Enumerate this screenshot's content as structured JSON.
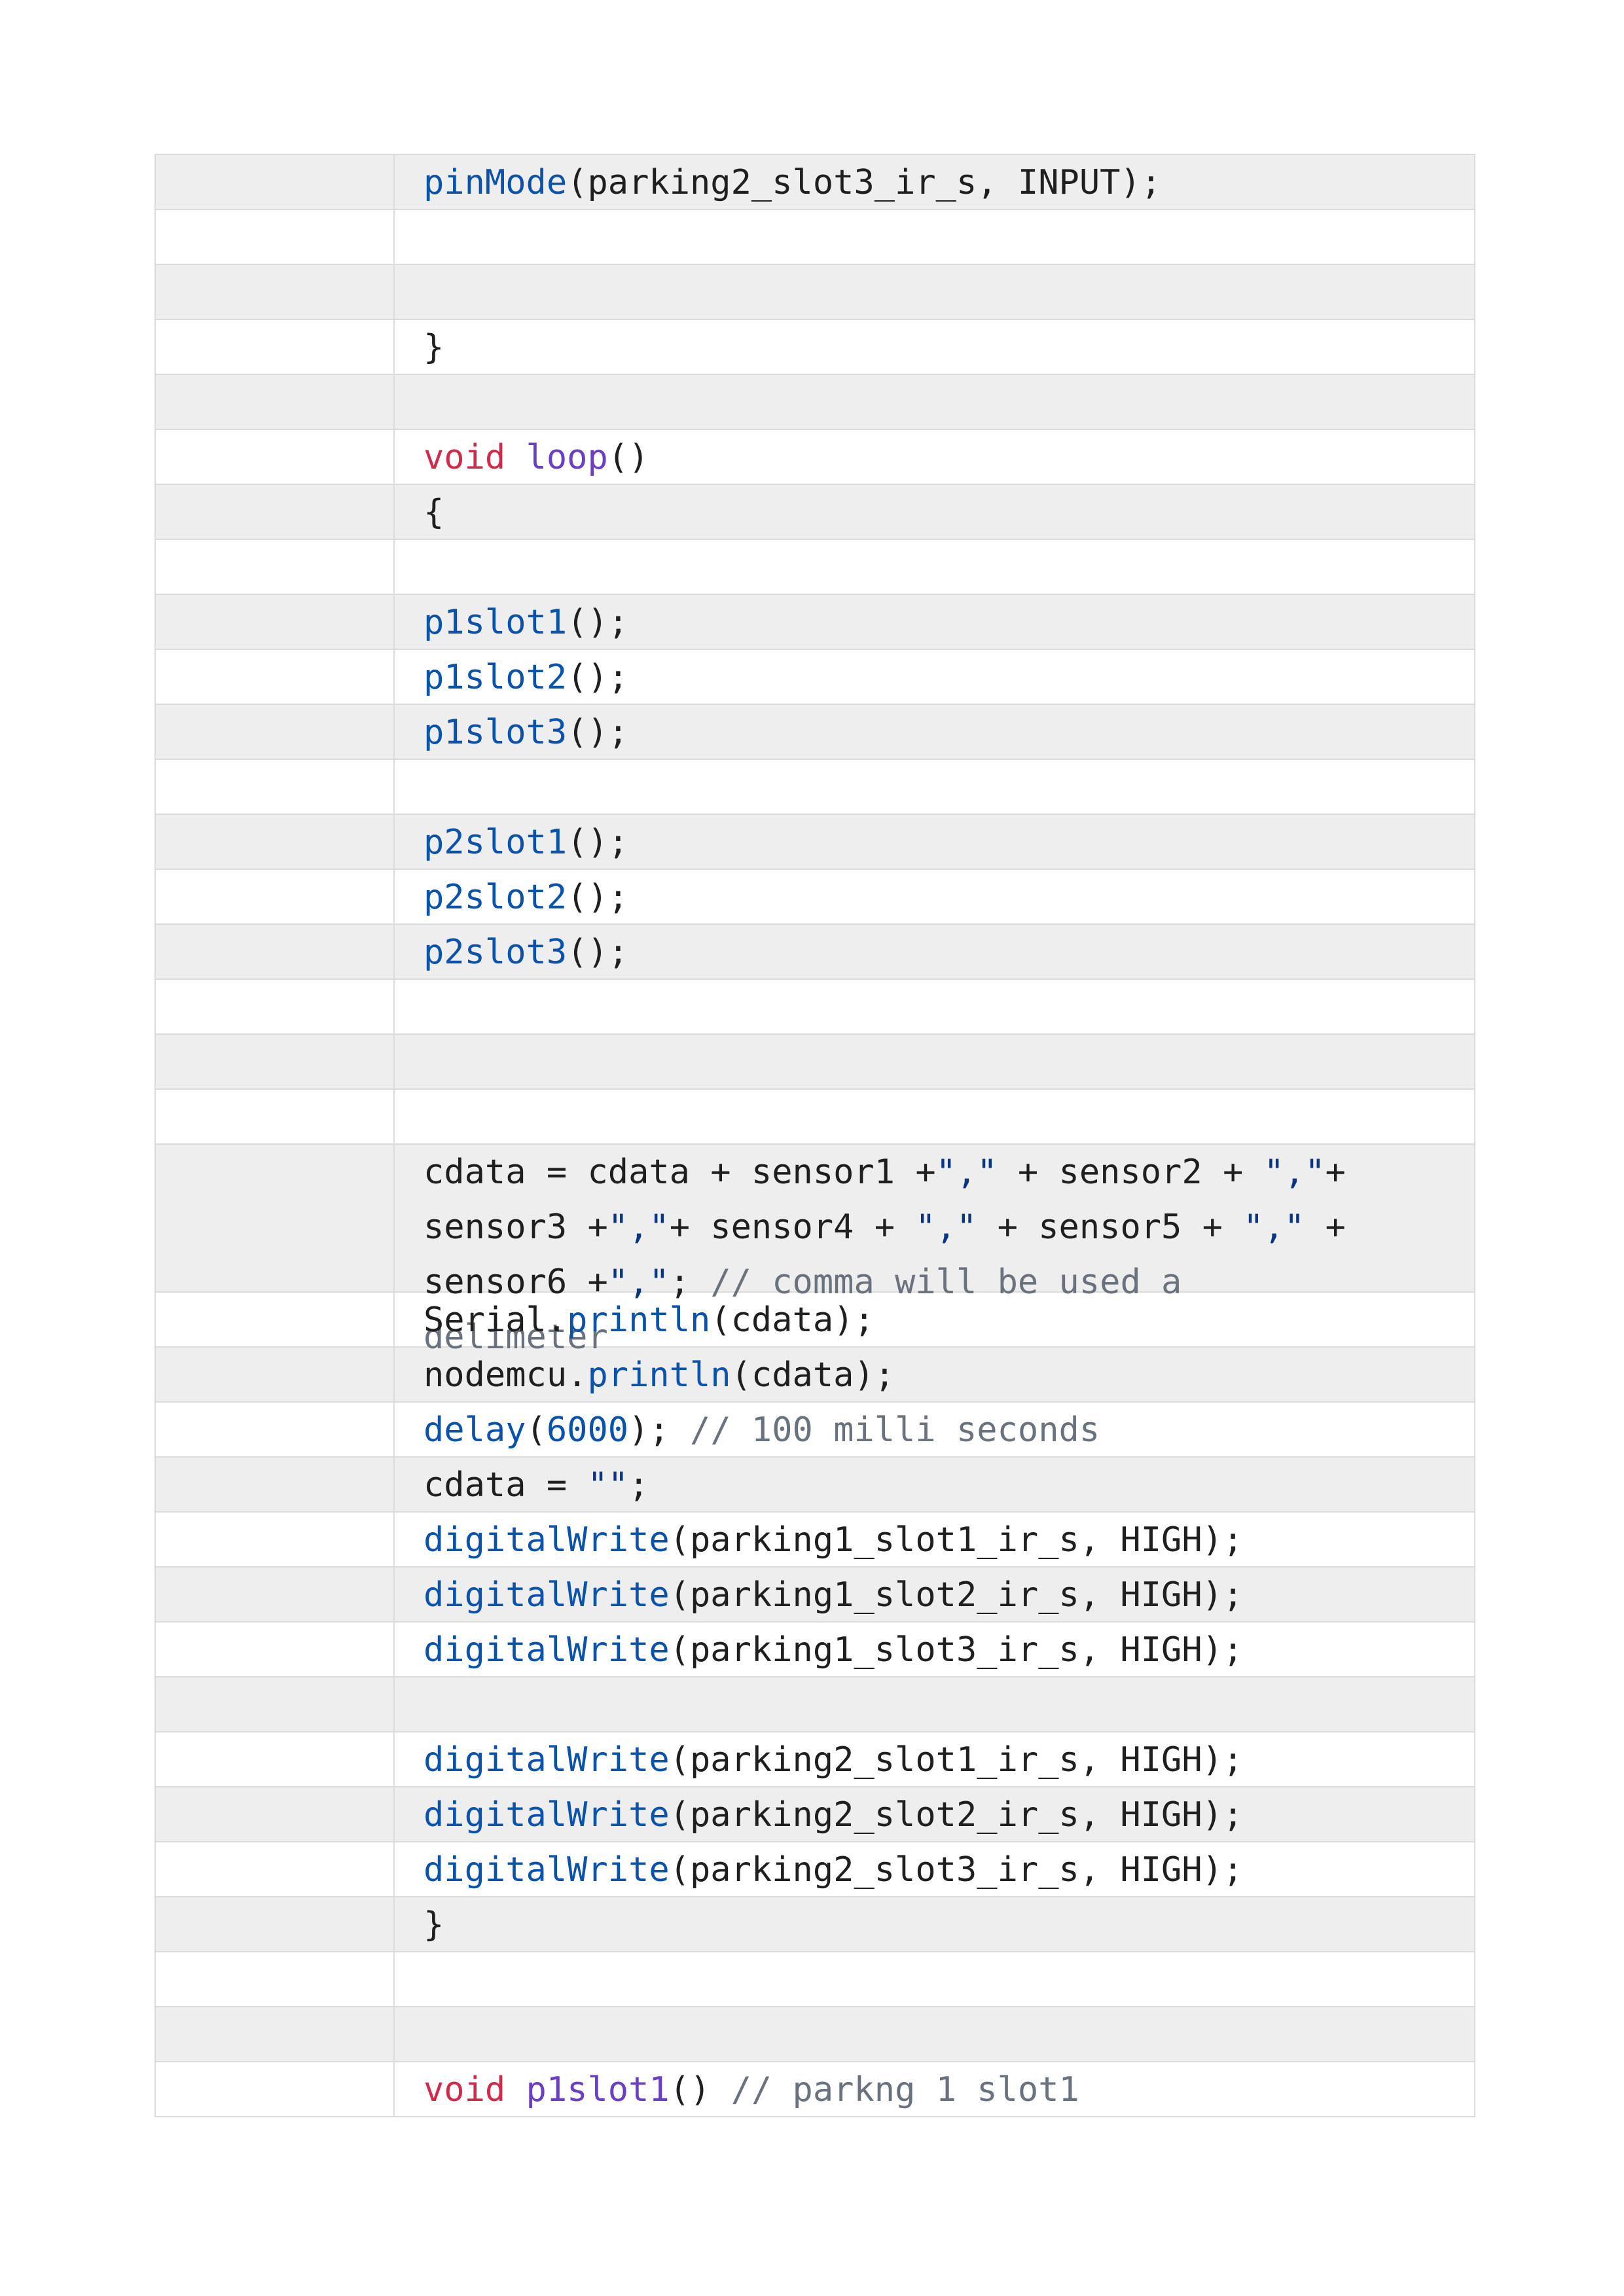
{
  "colors": {
    "keyword": "#cf2b4a",
    "function_name": "#6b3fc2",
    "builtin_call": "#0a52aa",
    "number": "#0a52aa",
    "string": "#0a3580",
    "comment": "#6a737d",
    "plain": "#1f1f1f",
    "row_shaded": "#eeeeee",
    "row_plain": "#ffffff",
    "grid_line": "#dcdcdc"
  },
  "lines": [
    {
      "tokens": [
        {
          "t": "pinMode",
          "c": "call"
        },
        {
          "t": "(parking2_slot3_ir_s, INPUT);",
          "c": "plain"
        }
      ]
    },
    {
      "tokens": []
    },
    {
      "tokens": []
    },
    {
      "tokens": [
        {
          "t": "}",
          "c": "plain"
        }
      ]
    },
    {
      "tokens": []
    },
    {
      "tokens": [
        {
          "t": "void",
          "c": "kw"
        },
        {
          "t": " ",
          "c": "plain"
        },
        {
          "t": "loop",
          "c": "fn"
        },
        {
          "t": "()",
          "c": "plain"
        }
      ]
    },
    {
      "tokens": [
        {
          "t": "{",
          "c": "plain"
        }
      ]
    },
    {
      "tokens": []
    },
    {
      "tokens": [
        {
          "t": "p1slot1",
          "c": "call"
        },
        {
          "t": "();",
          "c": "plain"
        }
      ]
    },
    {
      "tokens": [
        {
          "t": "p1slot2",
          "c": "call"
        },
        {
          "t": "();",
          "c": "plain"
        }
      ]
    },
    {
      "tokens": [
        {
          "t": "p1slot3",
          "c": "call"
        },
        {
          "t": "();",
          "c": "plain"
        }
      ]
    },
    {
      "tokens": []
    },
    {
      "tokens": [
        {
          "t": "p2slot1",
          "c": "call"
        },
        {
          "t": "();",
          "c": "plain"
        }
      ]
    },
    {
      "tokens": [
        {
          "t": "p2slot2",
          "c": "call"
        },
        {
          "t": "();",
          "c": "plain"
        }
      ]
    },
    {
      "tokens": [
        {
          "t": "p2slot3",
          "c": "call"
        },
        {
          "t": "();",
          "c": "plain"
        }
      ]
    },
    {
      "tokens": []
    },
    {
      "tokens": []
    },
    {
      "tokens": []
    },
    {
      "tall": true,
      "tokens": [
        {
          "t": "cdata = cdata + sensor1 +",
          "c": "plain"
        },
        {
          "t": "\",\"",
          "c": "str"
        },
        {
          "t": " + sensor2 + ",
          "c": "plain"
        },
        {
          "t": "\",\"",
          "c": "str"
        },
        {
          "t": "+ sensor3 +",
          "c": "plain"
        },
        {
          "t": "\",\"",
          "c": "str"
        },
        {
          "t": "+ sensor4 + ",
          "c": "plain"
        },
        {
          "t": "\",\"",
          "c": "str"
        },
        {
          "t": " + sensor5 + ",
          "c": "plain"
        },
        {
          "t": "\",\"",
          "c": "str"
        },
        {
          "t": " + sensor6 +",
          "c": "plain"
        },
        {
          "t": "\",\"",
          "c": "str"
        },
        {
          "t": "; ",
          "c": "plain"
        },
        {
          "t": "// comma will be used a delimeter",
          "c": "com"
        }
      ]
    },
    {
      "tokens": [
        {
          "t": "Serial.",
          "c": "plain"
        },
        {
          "t": "println",
          "c": "call"
        },
        {
          "t": "(cdata);",
          "c": "plain"
        }
      ]
    },
    {
      "tokens": [
        {
          "t": "nodemcu.",
          "c": "plain"
        },
        {
          "t": "println",
          "c": "call"
        },
        {
          "t": "(cdata);",
          "c": "plain"
        }
      ]
    },
    {
      "tokens": [
        {
          "t": "delay",
          "c": "call"
        },
        {
          "t": "(",
          "c": "plain"
        },
        {
          "t": "6000",
          "c": "num"
        },
        {
          "t": "); ",
          "c": "plain"
        },
        {
          "t": "// 100 milli seconds",
          "c": "com"
        }
      ]
    },
    {
      "tokens": [
        {
          "t": "cdata = ",
          "c": "plain"
        },
        {
          "t": "\"\"",
          "c": "str"
        },
        {
          "t": ";",
          "c": "plain"
        }
      ]
    },
    {
      "tokens": [
        {
          "t": "digitalWrite",
          "c": "call"
        },
        {
          "t": "(parking1_slot1_ir_s, HIGH);",
          "c": "plain"
        }
      ]
    },
    {
      "tokens": [
        {
          "t": "digitalWrite",
          "c": "call"
        },
        {
          "t": "(parking1_slot2_ir_s, HIGH);",
          "c": "plain"
        }
      ]
    },
    {
      "tokens": [
        {
          "t": "digitalWrite",
          "c": "call"
        },
        {
          "t": "(parking1_slot3_ir_s, HIGH);",
          "c": "plain"
        }
      ]
    },
    {
      "tokens": []
    },
    {
      "tokens": [
        {
          "t": "digitalWrite",
          "c": "call"
        },
        {
          "t": "(parking2_slot1_ir_s, HIGH);",
          "c": "plain"
        }
      ]
    },
    {
      "tokens": [
        {
          "t": "digitalWrite",
          "c": "call"
        },
        {
          "t": "(parking2_slot2_ir_s, HIGH);",
          "c": "plain"
        }
      ]
    },
    {
      "tokens": [
        {
          "t": "digitalWrite",
          "c": "call"
        },
        {
          "t": "(parking2_slot3_ir_s, HIGH);",
          "c": "plain"
        }
      ]
    },
    {
      "tokens": [
        {
          "t": "}",
          "c": "plain"
        }
      ]
    },
    {
      "tokens": []
    },
    {
      "tokens": []
    },
    {
      "tokens": [
        {
          "t": "void",
          "c": "kw"
        },
        {
          "t": " ",
          "c": "plain"
        },
        {
          "t": "p1slot1",
          "c": "fn"
        },
        {
          "t": "() ",
          "c": "plain"
        },
        {
          "t": "// parkng 1 slot1",
          "c": "com"
        }
      ]
    }
  ]
}
